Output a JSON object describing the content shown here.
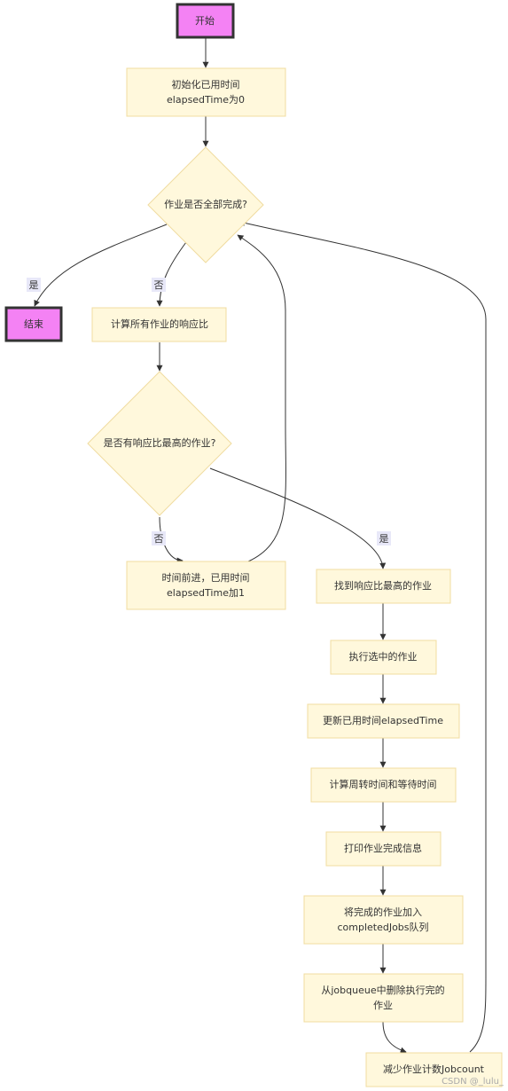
{
  "nodes": {
    "start": "开始",
    "init_line1": "初始化已用时间",
    "init_line2": "elapsedTime为0",
    "all_done": "作业是否全部完成?",
    "end": "结束",
    "calc_ratio": "计算所有作业的响应比",
    "has_highest": "是否有响应比最高的作业?",
    "time_advance_line1": "时间前进，已用时间",
    "time_advance_line2": "elapsedTime加1",
    "find_highest": "找到响应比最高的作业",
    "execute": "执行选中的作业",
    "update_time": "更新已用时间elapsedTime",
    "calc_turnaround": "计算周转时间和等待时间",
    "print_info": "打印作业完成信息",
    "add_completed_line1": "将完成的作业加入",
    "add_completed_line2": "completedJobs队列",
    "remove_queue_line1": "从jobqueue中删除执行完的",
    "remove_queue_line2": "作业",
    "decrement": "减少作业计数Jobcount"
  },
  "edge_labels": {
    "yes_end": "是",
    "no_calc": "否",
    "no_advance": "否",
    "yes_find": "是"
  },
  "watermark": "CSDN @_lulu_",
  "colors": {
    "terminal_fill": "#f482f4",
    "process_fill": "#fff8dc",
    "process_stroke": "#f0dca0",
    "edge": "#333333"
  }
}
